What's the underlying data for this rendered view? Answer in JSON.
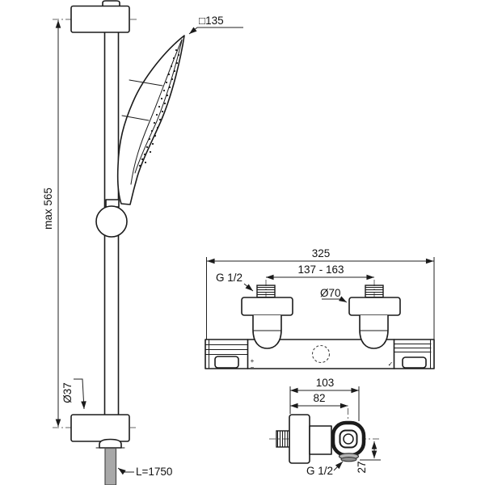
{
  "labels": {
    "head_width": "□135",
    "bar_height": "max 565",
    "bar_diameter": "Ø37",
    "hose_length": "L=1750",
    "mixer_overall_width": "325",
    "inlet_spacing": "137 - 163",
    "inlet_thread": "G 1/2",
    "escutcheon_diameter": "Ø70",
    "mixer_depth": "103",
    "depth_to_outlet_axis": "82",
    "outlet_thread": "G 1/2",
    "outlet_drop": "27",
    "plus_mark": "+",
    "minus_mark": "−",
    "check_mark": "✓"
  }
}
